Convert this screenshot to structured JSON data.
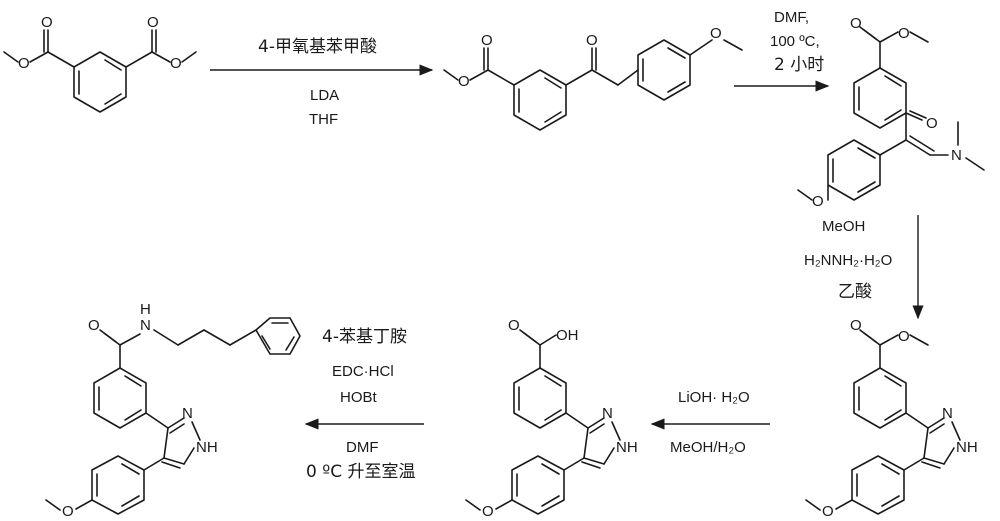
{
  "atoms": {
    "o": "O",
    "nh": "NH",
    "n": "N",
    "h": "H",
    "oh": "OH"
  },
  "step1": {
    "reagent": "4-甲氧基苯甲酸",
    "base": "LDA",
    "solvent": "THF"
  },
  "step2": {
    "solvent": "DMF,",
    "temp": "100 ºC,",
    "time": "2 小时"
  },
  "step3": {
    "solvent": "MeOH",
    "reagent": "H₂NNH₂·H₂O",
    "acid": "乙酸"
  },
  "step4": {
    "reagent": "LiOH· H₂O",
    "solvent": "MeOH/H₂O"
  },
  "step5": {
    "amine": "4-苯基丁胺",
    "coupling": "EDC·HCl",
    "additive": "HOBt",
    "solvent": "DMF",
    "temp": "0 ºC 升至室温"
  }
}
